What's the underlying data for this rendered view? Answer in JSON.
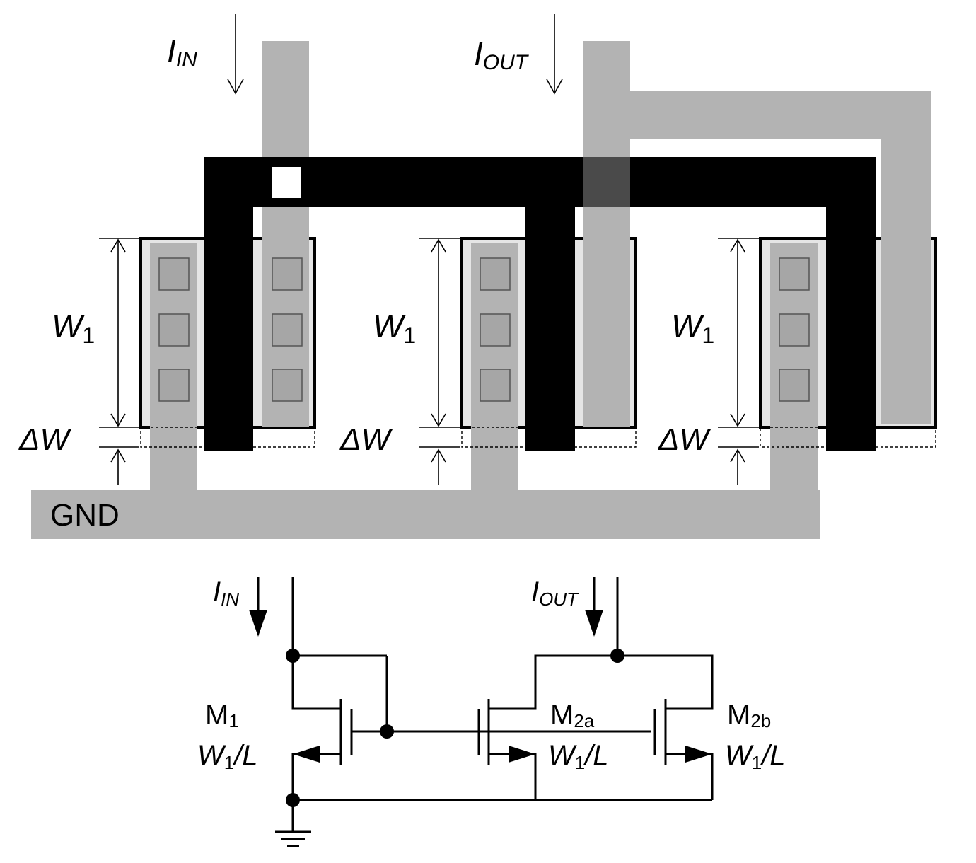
{
  "layout_labels": {
    "i_in": {
      "main": "I",
      "sub": "IN"
    },
    "i_out": {
      "main": "I",
      "sub": "OUT"
    },
    "width": {
      "main": "W",
      "sub": "1"
    },
    "delta_w": "ΔW",
    "gnd": "GND"
  },
  "schematic_labels": {
    "i_in": {
      "main": "I",
      "sub": "IN"
    },
    "i_out": {
      "main": "I",
      "sub": "OUT"
    },
    "m1": {
      "main": "M",
      "sub": "1"
    },
    "m2a": {
      "main": "M",
      "sub": "2a"
    },
    "m2b": {
      "main": "M",
      "sub": "2b"
    },
    "size_main": "W",
    "size_sub": "1",
    "size_tail": "/L"
  },
  "colors": {
    "metal2": "#b3b3b3",
    "metal1": "#000000",
    "active": "#e5e5e5",
    "contact_fill": "#a6a6a6",
    "via_overlap": "#4a4a4a"
  }
}
